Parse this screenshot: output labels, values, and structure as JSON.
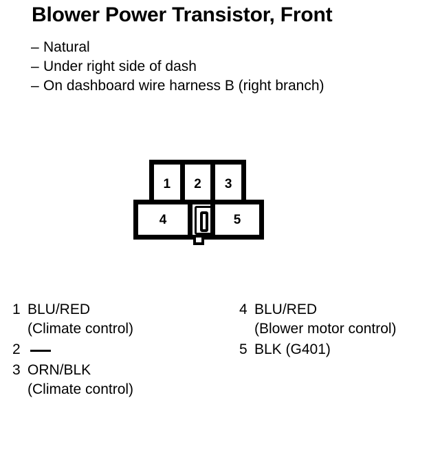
{
  "document": {
    "title": "Blower Power Transistor, Front",
    "specs": [
      {
        "dash": "–",
        "text": "Natural"
      },
      {
        "dash": "–",
        "text": "Under right side of dash"
      },
      {
        "dash": "–",
        "text": "On dashboard wire harness B (right branch)"
      }
    ]
  },
  "connector": {
    "top_row": [
      {
        "number": "1"
      },
      {
        "number": "2"
      },
      {
        "number": "3"
      }
    ],
    "bottom_row": [
      {
        "number": "4"
      },
      {
        "number": "5"
      }
    ],
    "latch": "center-latch",
    "tab": "locking-tab",
    "outline_color": "#000000",
    "fill_color": "#ffffff"
  },
  "legend": {
    "left": [
      {
        "pin": "1",
        "wire": "BLU/RED",
        "description": "(Climate control)",
        "empty": false
      },
      {
        "pin": "2",
        "wire": "",
        "description": "",
        "empty": true
      },
      {
        "pin": "3",
        "wire": "ORN/BLK",
        "description": "(Climate control)",
        "empty": false
      }
    ],
    "right": [
      {
        "pin": "4",
        "wire": "BLU/RED",
        "description": "(Blower motor control)",
        "empty": false
      },
      {
        "pin": "5",
        "wire": "BLK (G401)",
        "description": "",
        "empty": false
      }
    ]
  }
}
